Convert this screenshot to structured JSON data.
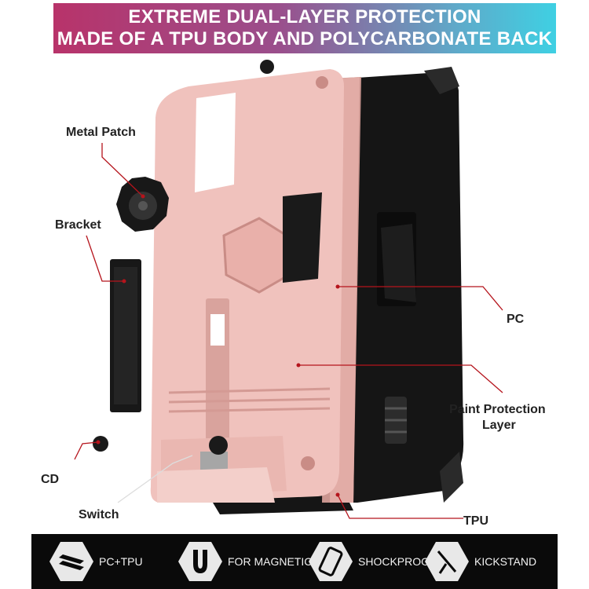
{
  "banner": {
    "line1": "EXTREME DUAL-LAYER PROTECTION",
    "line2": "MADE OF A TPU BODY AND POLYCARBONATE BACK"
  },
  "labels": {
    "metal_patch": "Metal Patch",
    "bracket": "Bracket",
    "cd": "CD",
    "switch": "Switch",
    "pc": "PC",
    "paint_protection_line1": "Paint Protection",
    "paint_protection_line2": "Layer",
    "tpu": "TPU"
  },
  "features": [
    {
      "label": "PC+TPU",
      "icon": "layers-icon"
    },
    {
      "label": "FOR MAGNETIC",
      "icon": "magnet-icon"
    },
    {
      "label": "SHOCKPROOF",
      "icon": "phone-shock-icon"
    },
    {
      "label": "KICKSTAND",
      "icon": "kickstand-icon"
    }
  ],
  "colors": {
    "rose_gold": "#f0c2bd",
    "callout_red": "#b5141c",
    "case_black": "#151515",
    "bar_black": "#0a0a0a"
  }
}
